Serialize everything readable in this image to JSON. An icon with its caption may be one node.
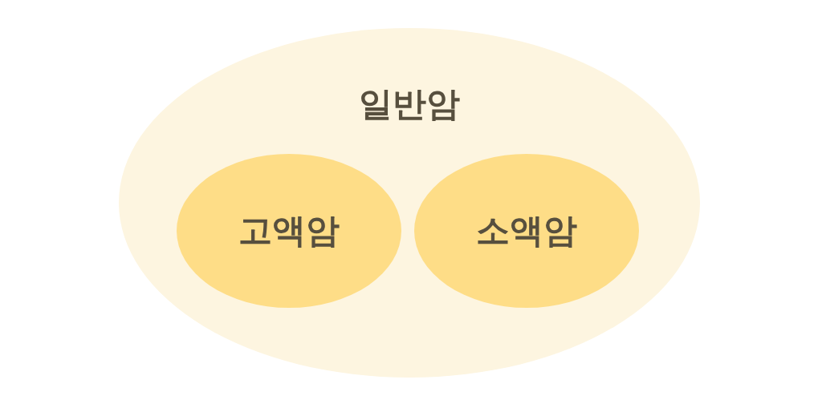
{
  "diagram": {
    "nodes": [
      {
        "text": [
          "일반암"
        ]
      },
      {
        "text": [
          "고액암"
        ],
        "in": 0
      },
      {
        "text": [
          "소액암"
        ],
        "in": 0
      }
    ]
  }
}
